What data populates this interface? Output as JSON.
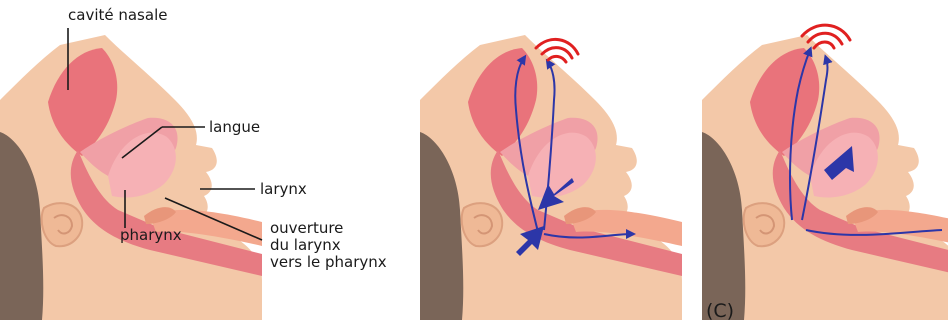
{
  "labels": {
    "nasal_cavity": "cavité nasale",
    "tongue": "langue",
    "larynx": "larynx",
    "pharynx": "pharynx",
    "larynx_opening": [
      "ouverture",
      "du larynx",
      "vers le pharynx"
    ]
  },
  "captions": {
    "panel_c": "(C)"
  }
}
